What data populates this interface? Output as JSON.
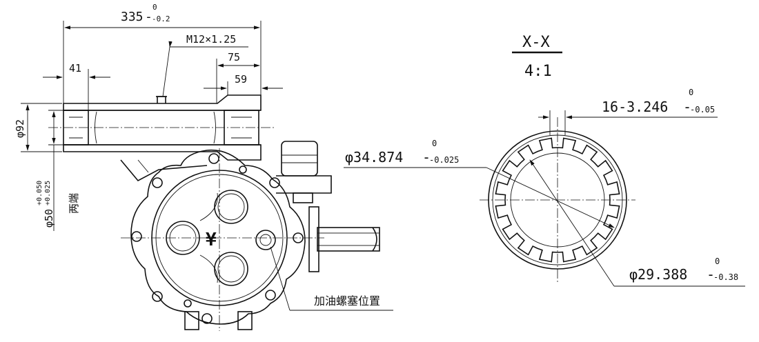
{
  "dims": {
    "overall_length": "335",
    "overall_tol_upper": "0",
    "overall_tol_lower": "-0.2",
    "thread": "M12×1.25",
    "dim_75": "75",
    "dim_59": "59",
    "dim_41": "41",
    "dia_92": "φ92",
    "dia_50": "φ50",
    "dia_50_tol_upper": "+0.050",
    "dia_50_tol_lower": "+0.025",
    "both_ends": "两端"
  },
  "section": {
    "title": "X-X",
    "scale": "4:1",
    "spline_spec": "16-3.246",
    "spline_tol_upper": "0",
    "spline_tol_lower": "-0.05",
    "major_dia": "φ34.874",
    "major_tol_upper": "0",
    "major_tol_lower": "-0.025",
    "minor_dia": "φ29.388",
    "minor_tol_upper": "0",
    "minor_tol_lower": "-0.38"
  },
  "callouts": {
    "oil_plug": "加油螺塞位置"
  }
}
